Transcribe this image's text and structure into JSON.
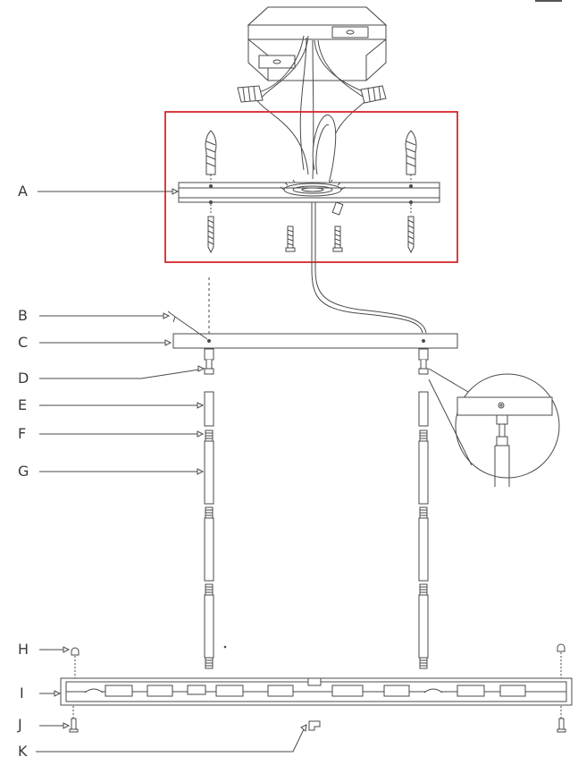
{
  "labels": {
    "A": "A",
    "B": "B",
    "C": "C",
    "D": "D",
    "E": "E",
    "F": "F",
    "G": "G",
    "H": "H",
    "I": "I",
    "J": "J",
    "K": "K"
  },
  "colors": {
    "line": "#4a4a4a",
    "highlight_box": "#d9262b",
    "background": "#ffffff"
  }
}
